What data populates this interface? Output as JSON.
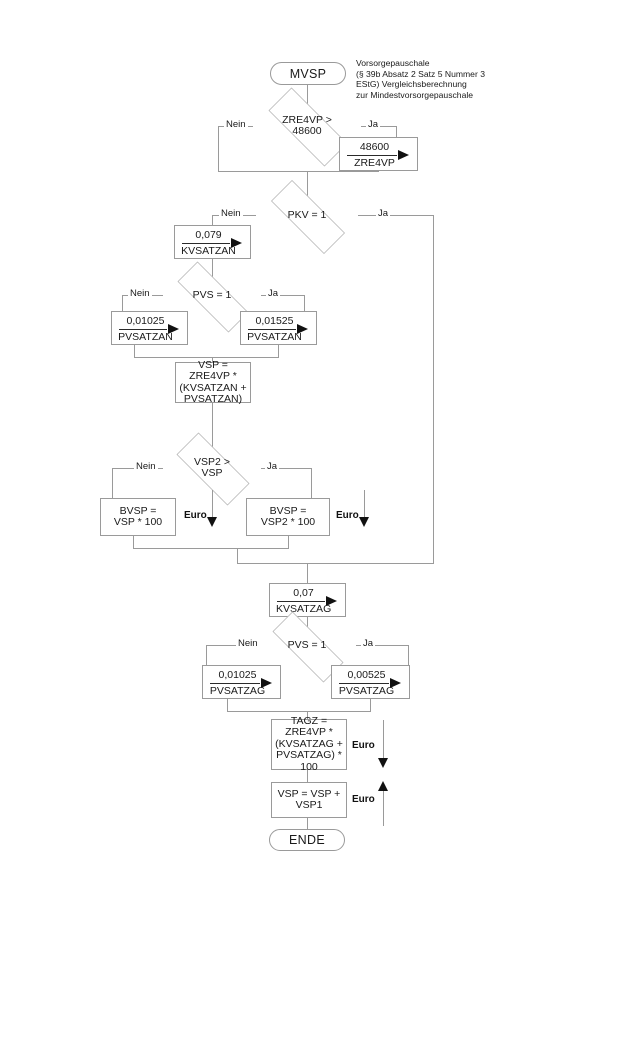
{
  "diagram": {
    "title_note": "Vorsorgepauschale\n(§ 39b Absatz 2 Satz 5 Nummer 3\nEStG) Vergleichsberechnung\nzur Mindestvorsorgepauschale",
    "start_label": "MVSP",
    "end_label": "ENDE",
    "branch_yes": "Ja",
    "branch_no": "Nein",
    "euro_label": "Euro",
    "line_color": "#9a9a9a",
    "text_color": "#1a1a1a"
  },
  "decisions": [
    {
      "id": "d_zre4vp",
      "line1": "ZRE4VP >",
      "line2": "48600"
    },
    {
      "id": "d_pkv",
      "line1": "PKV = 1",
      "line2": ""
    },
    {
      "id": "d_pvs1",
      "line1": "PVS = 1",
      "line2": ""
    },
    {
      "id": "d_vsp2",
      "line1": "VSP2 >",
      "line2": "VSP"
    },
    {
      "id": "d_pvs2",
      "line1": "PVS = 1",
      "line2": ""
    }
  ],
  "assignments": [
    {
      "id": "a_48600",
      "value": "48600",
      "variable": "ZRE4VP"
    },
    {
      "id": "a_kvsatzan",
      "value": "0,079",
      "variable": "KVSATZAN"
    },
    {
      "id": "a_pvsatzan_nein",
      "value": "0,01025",
      "variable": "PVSATZAN"
    },
    {
      "id": "a_pvsatzan_ja",
      "value": "0,01525",
      "variable": "PVSATZAN"
    },
    {
      "id": "a_kvsatzag",
      "value": "0,07",
      "variable": "KVSATZAG"
    },
    {
      "id": "a_pvsatzag_nein",
      "value": "0,01025",
      "variable": "PVSATZAG"
    },
    {
      "id": "a_pvsatzag_ja",
      "value": "0,00525",
      "variable": "PVSATZAG"
    }
  ],
  "processes": [
    {
      "id": "p_vsp",
      "lines": [
        "VSP =",
        "ZRE4VP *",
        "(KVSATZAN +",
        "PVSATZAN)"
      ]
    },
    {
      "id": "p_bvsp_nein",
      "lines": [
        "BVSP =",
        "VSP * 100"
      ]
    },
    {
      "id": "p_bvsp_ja",
      "lines": [
        "BVSP =",
        "VSP2 * 100"
      ]
    },
    {
      "id": "p_tagz",
      "lines": [
        "TAGZ =",
        "ZRE4VP *",
        "(KVSATZAG +",
        "PVSATZAG) *",
        "100"
      ]
    },
    {
      "id": "p_vspsum",
      "lines": [
        "VSP = VSP +",
        "VSP1"
      ]
    }
  ],
  "branch_labels": {
    "zre4vp_no": "Nein",
    "zre4vp_yes": "Ja",
    "pkv_no": "Nein",
    "pkv_yes": "Ja",
    "pvs1_no": "Nein",
    "pvs1_yes": "Ja",
    "vsp2_no": "Nein",
    "vsp2_yes": "Ja",
    "pvs2_no": "Nein",
    "pvs2_yes": "Ja"
  },
  "euro_markers": [
    {
      "id": "euro_bvsp_left",
      "label": "Euro",
      "direction": "down"
    },
    {
      "id": "euro_bvsp_right",
      "label": "Euro",
      "direction": "down"
    },
    {
      "id": "euro_tagz",
      "label": "Euro",
      "direction": "down"
    },
    {
      "id": "euro_vspsum",
      "label": "Euro",
      "direction": "up"
    }
  ]
}
